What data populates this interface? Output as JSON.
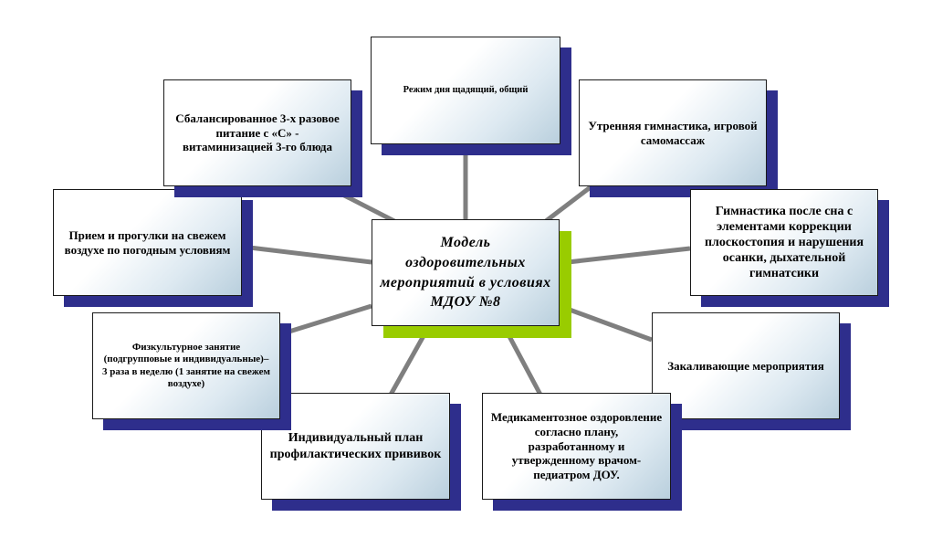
{
  "diagram": {
    "center": {
      "label": "Модель оздоровительных мероприятий в условиях МДОУ №8"
    },
    "nodes": [
      {
        "id": "regime",
        "label": "Режим дня щадящий, общий"
      },
      {
        "id": "morning-gym",
        "label": "Утренняя гимнастика, игровой самомассаж"
      },
      {
        "id": "after-sleep-gym",
        "label": "Гимнастика после сна с элементами коррекции плоскостопия и нарушения осанки, дыхательной гимнатсики"
      },
      {
        "id": "hardening",
        "label": "Закаливающие мероприятия"
      },
      {
        "id": "medication",
        "label": "Медикаментозное оздоровление согласно плану, разработанному и утвержденному врачом-педиатром ДОУ."
      },
      {
        "id": "vaccination",
        "label": "Индивидуальный план профилактических прививок"
      },
      {
        "id": "pe-class",
        "label": "Физкультурное занятие (подгрупповые и индивидуальные)– 3 раза в неделю (1 занятие на свежем воздухе)"
      },
      {
        "id": "walks",
        "label": "Прием и прогулки на свежем воздухе по погодным условиям"
      },
      {
        "id": "nutrition",
        "label": "Сбалансированное 3-х разовое питание с «С» - витаминизацией 3-го блюда"
      }
    ],
    "colors": {
      "shadow": "#2e2e8c",
      "center_shadow": "#99cc00",
      "connector": "#7f7f7f"
    }
  }
}
